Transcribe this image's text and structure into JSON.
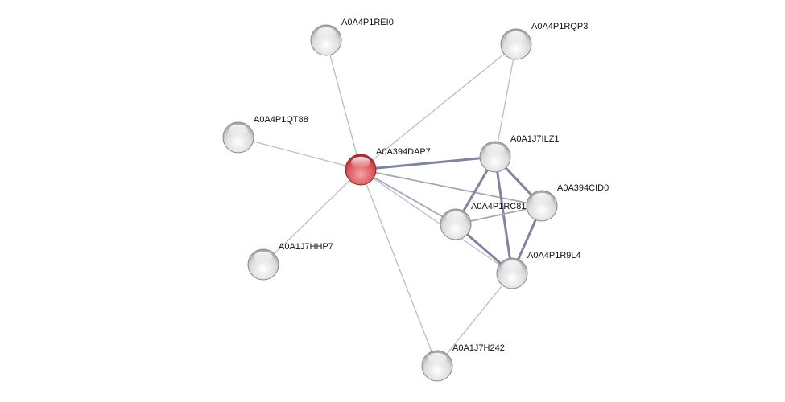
{
  "network": {
    "colors": {
      "query_node": "#d9575a",
      "other_node": "#e8e8e8",
      "edge": "#7f85a0",
      "edge_light": "#b8bccb"
    },
    "nodes": [
      {
        "id": "A0A394DAP7",
        "label": "A0A394DAP7",
        "query": true
      },
      {
        "id": "A0A4P1REI0",
        "label": "A0A4P1REI0"
      },
      {
        "id": "A0A4P1RQP3",
        "label": "A0A4P1RQP3"
      },
      {
        "id": "A0A4P1QT88",
        "label": "A0A4P1QT88"
      },
      {
        "id": "A0A1J7ILZ1",
        "label": "A0A1J7ILZ1"
      },
      {
        "id": "A0A394CID0",
        "label": "A0A394CID0"
      },
      {
        "id": "A0A4P1RC81",
        "label": "A0A4P1RC81"
      },
      {
        "id": "A0A1J7HHP7",
        "label": "A0A1J7HHP7"
      },
      {
        "id": "A0A4P1R9L4",
        "label": "A0A4P1R9L4"
      },
      {
        "id": "A0A1J7H242",
        "label": "A0A1J7H242"
      }
    ],
    "edges": [
      {
        "source": "A0A394DAP7",
        "target": "A0A4P1REI0",
        "strength": "weak"
      },
      {
        "source": "A0A394DAP7",
        "target": "A0A4P1QT88",
        "strength": "weak"
      },
      {
        "source": "A0A394DAP7",
        "target": "A0A1J7HHP7",
        "strength": "weak"
      },
      {
        "source": "A0A394DAP7",
        "target": "A0A1J7H242",
        "strength": "weak"
      },
      {
        "source": "A0A394DAP7",
        "target": "A0A4P1RQP3",
        "strength": "weak"
      },
      {
        "source": "A0A394DAP7",
        "target": "A0A1J7ILZ1",
        "strength": "strong"
      },
      {
        "source": "A0A394DAP7",
        "target": "A0A394CID0",
        "strength": "medium"
      },
      {
        "source": "A0A394DAP7",
        "target": "A0A4P1RC81",
        "strength": "medium"
      },
      {
        "source": "A0A394DAP7",
        "target": "A0A4P1R9L4",
        "strength": "weak"
      },
      {
        "source": "A0A4P1RQP3",
        "target": "A0A1J7ILZ1",
        "strength": "weak"
      },
      {
        "source": "A0A1J7ILZ1",
        "target": "A0A4P1RC81",
        "strength": "strong"
      },
      {
        "source": "A0A1J7ILZ1",
        "target": "A0A394CID0",
        "strength": "strong"
      },
      {
        "source": "A0A1J7ILZ1",
        "target": "A0A4P1R9L4",
        "strength": "strong"
      },
      {
        "source": "A0A4P1RC81",
        "target": "A0A394CID0",
        "strength": "medium"
      },
      {
        "source": "A0A4P1RC81",
        "target": "A0A4P1R9L4",
        "strength": "strong"
      },
      {
        "source": "A0A394CID0",
        "target": "A0A4P1R9L4",
        "strength": "strong"
      },
      {
        "source": "A0A4P1R9L4",
        "target": "A0A1J7H242",
        "strength": "weak"
      }
    ]
  }
}
